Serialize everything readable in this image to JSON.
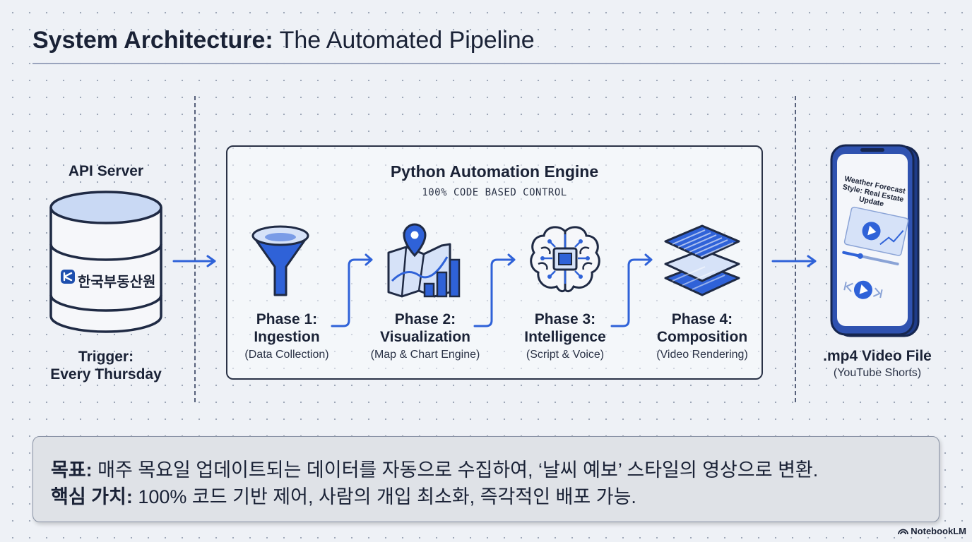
{
  "title": {
    "bold": "System Architecture:",
    "rest": " The Automated Pipeline"
  },
  "source": {
    "title": "API Server",
    "logo_text": "한국부동산원",
    "trigger_line1": "Trigger:",
    "trigger_line2": "Every Thursday"
  },
  "engine": {
    "title": "Python Automation Engine",
    "subtitle": "100% CODE BASED CONTROL",
    "phases": [
      {
        "line1": "Phase 1:",
        "line2": "Ingestion",
        "line3": "(Data Collection)",
        "icon": "funnel-icon"
      },
      {
        "line1": "Phase 2:",
        "line2": "Visualization",
        "line3": "(Map & Chart Engine)",
        "icon": "map-chart-icon"
      },
      {
        "line1": "Phase 3:",
        "line2": "Intelligence",
        "line3": "(Script & Voice)",
        "icon": "brain-chip-icon"
      },
      {
        "line1": "Phase 4:",
        "line2": "Composition",
        "line3": "(Video Rendering)",
        "icon": "film-layers-icon"
      }
    ]
  },
  "output": {
    "phone_screen_text": "Weather Forecast Style: Real Estate Update",
    "title": ".mp4 Video File",
    "subtitle": "(YouTube Shorts)"
  },
  "notes": {
    "goal_label": "목표:",
    "goal_text": " 매주 목요일 업데이트되는 데이터를 자동으로 수집하여, ‘날씨 예보’ 스타일의 영상으로 변환.",
    "value_label": "핵심 가치:",
    "value_text": " 100% 코드 기반 제어, 사람의 개입 최소화, 즉각적인 배포 가능."
  },
  "watermark": "NotebookLM",
  "colors": {
    "accent_blue": "#2f62d8",
    "light_blue": "#d6e2f8",
    "ink": "#1a2236"
  }
}
